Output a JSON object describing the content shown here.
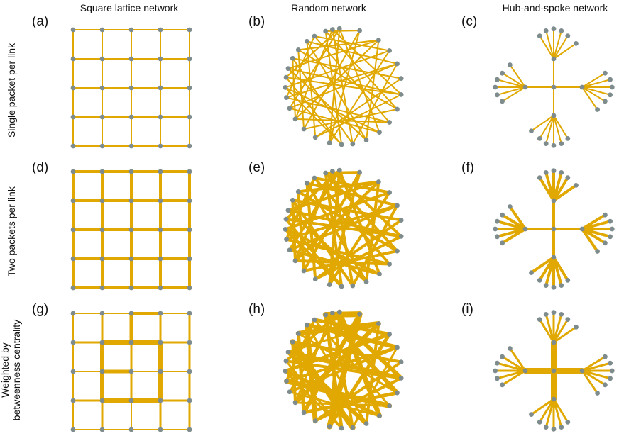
{
  "column_titles": [
    "Square lattice network",
    "Random network",
    "Hub-and-spoke network"
  ],
  "row_labels": [
    "Single packet per link",
    "Two packets per link",
    "Weighted by betweenness centrality"
  ],
  "row_label_lines": {
    "weighted_line1": "Weighted by",
    "weighted_line2": "betweenness centrality"
  },
  "panel_labels": [
    "(a)",
    "(b)",
    "(c)",
    "(d)",
    "(e)",
    "(f)",
    "(g)",
    "(h)",
    "(i)"
  ],
  "colors": {
    "edge": "#e0a800",
    "node": "#7f8c8d",
    "text": "#111111"
  }
}
